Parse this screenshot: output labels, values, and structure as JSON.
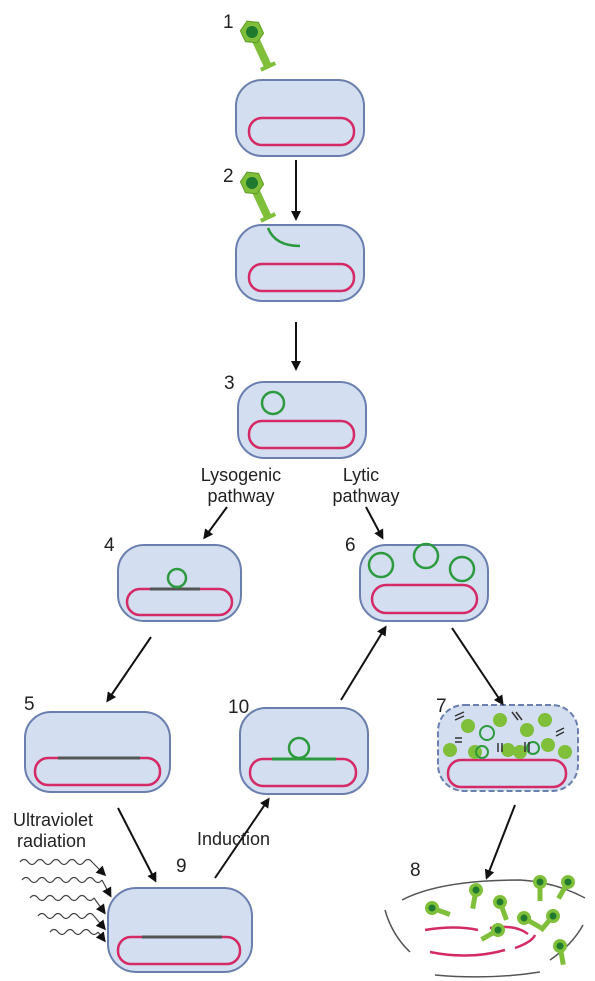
{
  "steps": {
    "s1": "1",
    "s2": "2",
    "s3": "3",
    "s4": "4",
    "s5": "5",
    "s6": "6",
    "s7": "7",
    "s8": "8",
    "s9": "9",
    "s10": "10"
  },
  "labels": {
    "lysogenic_line1": "Lysogenic",
    "lysogenic_line2": "pathway",
    "lytic_line1": "Lytic",
    "lytic_line2": "pathway",
    "uv_line1": "Ultraviolet",
    "uv_line2": "radiation",
    "induction": "Induction"
  },
  "colors": {
    "cell_fill": "#d3def0",
    "cell_stroke": "#6a7fae",
    "chromosome": "#d42a66",
    "phage_dna": "#2e9a3f",
    "phage_light": "#7fbf3a",
    "phage_dark": "#1f7a2f",
    "prophage": "#555555"
  },
  "icons": {
    "phage": "bacteriophage-icon",
    "uv": "ultraviolet-wave-icon"
  }
}
